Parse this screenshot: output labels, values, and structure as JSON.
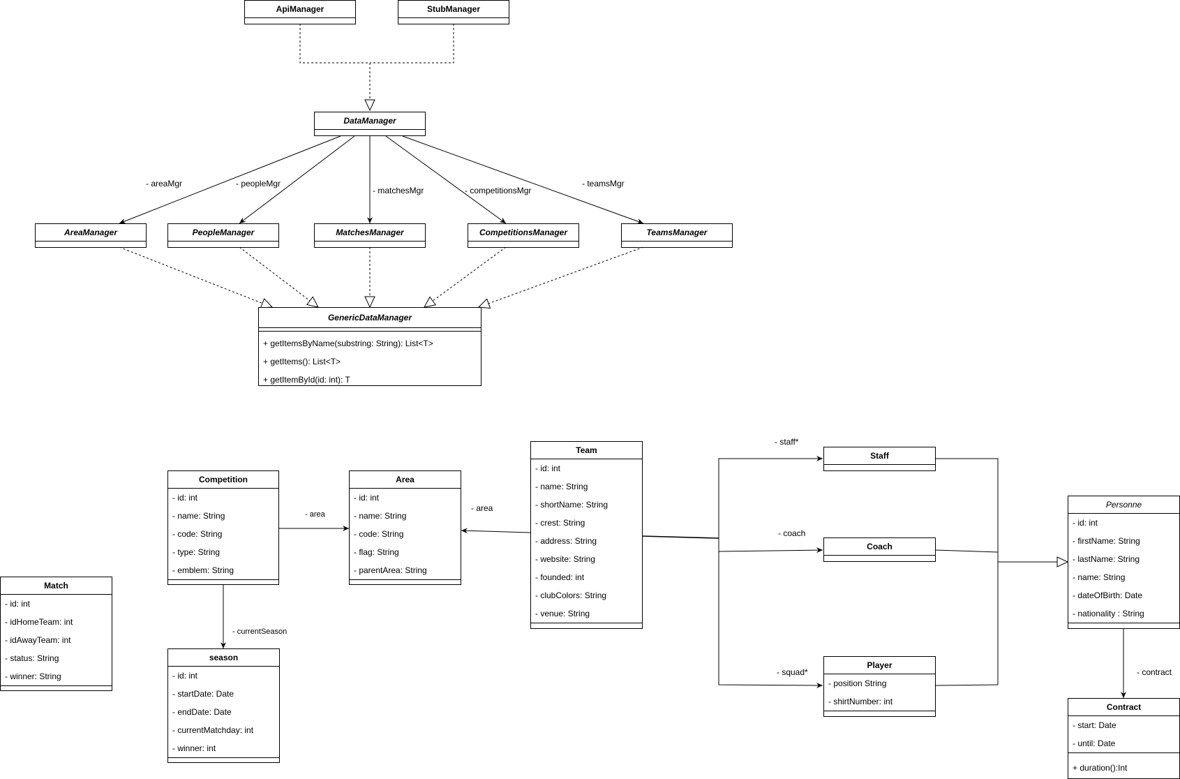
{
  "classes": {
    "api": {
      "name": "ApiManager",
      "attrs": []
    },
    "stub": {
      "name": "StubManager",
      "attrs": []
    },
    "data": {
      "name": "DataManager",
      "attrs": []
    },
    "area_mgr": {
      "name": "AreaManager",
      "attrs": []
    },
    "people_mgr": {
      "name": "PeopleManager",
      "attrs": []
    },
    "matches_mgr": {
      "name": "MatchesManager",
      "attrs": []
    },
    "competitions_mgr": {
      "name": "CompetitionsManager",
      "attrs": []
    },
    "teams_mgr": {
      "name": "TeamsManager",
      "attrs": []
    },
    "generic": {
      "name": "GenericDataManager",
      "methods": [
        "+ getItemsByName(substring: String): List<T>",
        "+ getItems(): List<T>",
        "+ getItemById(id: int): T"
      ]
    },
    "competition": {
      "name": "Competition",
      "attrs": [
        "- id: int",
        "- name: String",
        "- code: String",
        "- type: String",
        "- emblem: String"
      ]
    },
    "area": {
      "name": "Area",
      "attrs": [
        "- id: int",
        "- name: String",
        "- code: String",
        "- flag: String",
        "- parentArea: String"
      ]
    },
    "team": {
      "name": "Team",
      "attrs": [
        "- id: int",
        "- name: String",
        "- shortName: String",
        "- crest: String",
        "- address: String",
        "- website: String",
        "- founded: int",
        "- clubColors: String",
        "- venue: String"
      ]
    },
    "match": {
      "name": "Match",
      "attrs": [
        "- id: int",
        "- idHomeTeam: int",
        "- idAwayTeam: int",
        "- status: String",
        "- winner: String"
      ]
    },
    "season": {
      "name": "season",
      "attrs": [
        "- id: int",
        "- startDate: Date",
        "- endDate: Date",
        "- currentMatchday: int",
        "- winner: int"
      ]
    },
    "staff": {
      "name": "Staff",
      "attrs": []
    },
    "coach": {
      "name": "Coach",
      "attrs": []
    },
    "player": {
      "name": "Player",
      "attrs": [
        "- position String",
        "- shirtNumber: int"
      ]
    },
    "personne": {
      "name": "Personne",
      "attrs": [
        "- id: int",
        "- firstName: String",
        "- lastName: String",
        "- name: String",
        "- dateOfBirth: Date",
        "- nationality : String"
      ]
    },
    "contract": {
      "name": "Contract",
      "attrs": [
        "- start: Date",
        "- until: Date"
      ],
      "methods": [
        "+ duration():Int"
      ]
    }
  },
  "labels": {
    "area_mgr": "- areaMgr",
    "people_mgr": "- peopleMgr",
    "matches_mgr": "- matchesMgr",
    "competitions_mgr": "- competitionsMgr",
    "teams_mgr": "- teamsMgr",
    "comp_area": "- area",
    "team_area": "- area",
    "current_season": "- currentSeason",
    "staff": "- staff*",
    "coach": "- coach",
    "squad": "- squad*",
    "contract": "- contract"
  }
}
